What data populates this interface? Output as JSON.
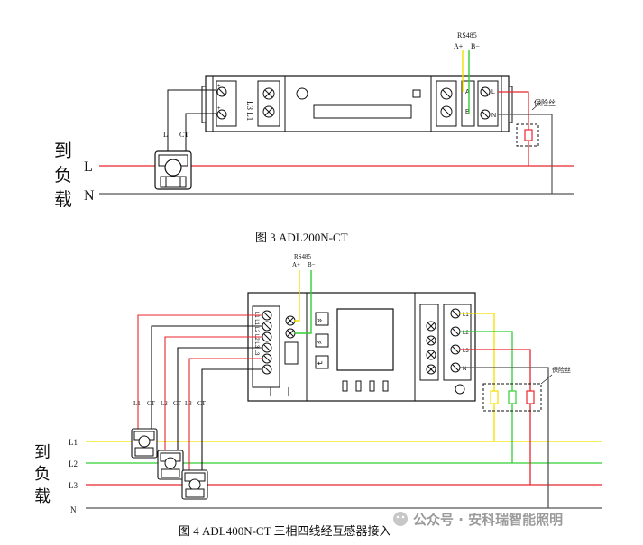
{
  "figure3": {
    "caption": "图 3    ADL200N-CT",
    "to_load": [
      "到",
      "负",
      "载"
    ],
    "line_L": "L",
    "line_N": "N",
    "rs485": "RS485",
    "a_plus": "A+",
    "b_minus": "B−",
    "fuse": "保险丝",
    "ct_L": "L",
    "ct_CT": "CT",
    "term_left": "L3  L1",
    "term_a": "A",
    "term_b": "B",
    "term_l": "L",
    "term_n": "N"
  },
  "figure4": {
    "caption": "图 4    ADL400N-CT 三相四线经互感器接入",
    "to_load": [
      "到",
      "负",
      "载"
    ],
    "line_L1": "L1",
    "line_L2": "L2",
    "line_L3": "L3",
    "line_N": "N",
    "rs485": "RS485",
    "a_plus": "A+",
    "b_minus": "B−",
    "fuse": "保险丝",
    "ct_labels": [
      "L1",
      "CT",
      "L2",
      "CT",
      "L3",
      "CT"
    ],
    "right_terms": [
      "L1",
      "L2",
      "L3",
      "N"
    ]
  },
  "watermark": "公众号 · 安科瑞智能照明",
  "colors": {
    "red": "#e8262c",
    "green": "#32cd32",
    "yellow": "#f0e000",
    "black": "#1a1a1a",
    "gray": "#555555"
  }
}
